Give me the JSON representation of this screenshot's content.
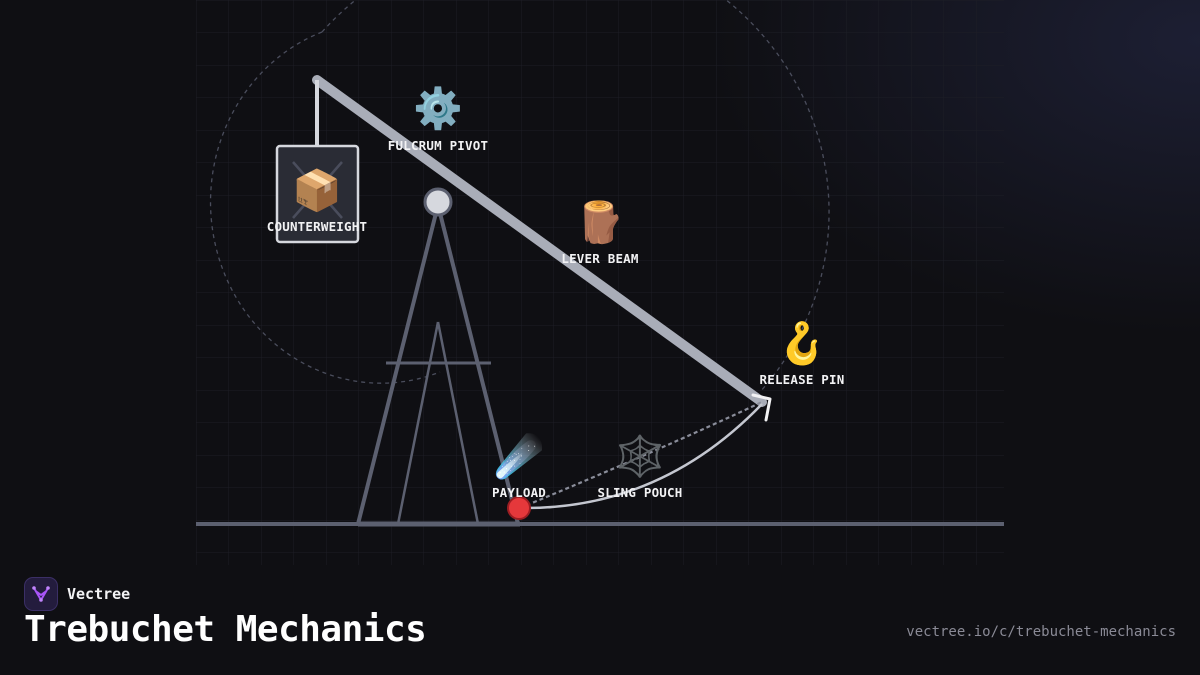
{
  "title": "Trebuchet Mechanics",
  "brand": {
    "name": "Vectree",
    "logo_icon": "vectree-logo-icon"
  },
  "url": "vectree.io/c/trebuchet-mechanics",
  "colors": {
    "background": "#0f0f13",
    "frame": "#5c6070",
    "beam": "#a9adb8",
    "accent_payload": "#e5383b",
    "logo_bg": "#231c3d",
    "logo_mark": "#a855f7"
  },
  "components": [
    {
      "id": "counterweight",
      "label": "COUNTERWEIGHT",
      "icon": "package-icon",
      "glyph": "📦"
    },
    {
      "id": "fulcrum-pivot",
      "label": "FULCRUM PIVOT",
      "icon": "gear-icon",
      "glyph": "⚙️"
    },
    {
      "id": "lever-beam",
      "label": "LEVER BEAM",
      "icon": "log-icon",
      "glyph": "🪵"
    },
    {
      "id": "release-pin",
      "label": "RELEASE PIN",
      "icon": "hook-icon",
      "glyph": "🪝"
    },
    {
      "id": "payload",
      "label": "PAYLOAD",
      "icon": "comet-icon",
      "glyph": "☄️"
    },
    {
      "id": "sling-pouch",
      "label": "SLING POUCH",
      "icon": "spider-web-icon",
      "glyph": "🕸️"
    }
  ]
}
